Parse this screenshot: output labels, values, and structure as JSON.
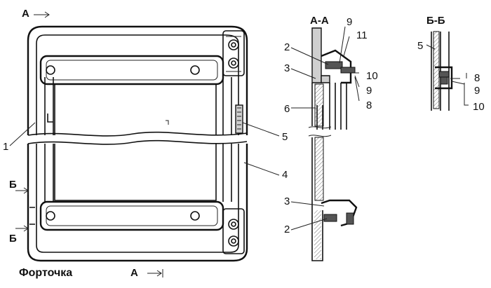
{
  "caption": "Форточка",
  "section_labels": {
    "aa": "А-А",
    "bb": "Б-Б",
    "cut_a_top": "А",
    "cut_a_bottom": "А",
    "cut_b_upper": "Б",
    "cut_b_lower": "Б"
  },
  "callouts": {
    "main_1": "1",
    "main_4": "4",
    "main_5": "5",
    "aa_9": "9",
    "aa_11": "11",
    "aa_2_top": "2",
    "aa_3_top": "3",
    "aa_10": "10",
    "aa_9b": "9",
    "aa_8": "8",
    "aa_6": "6",
    "aa_3_bottom": "3",
    "aa_2_bottom": "2",
    "bb_5": "5",
    "bb_8": "8",
    "bb_9": "9",
    "bb_10": "10"
  }
}
